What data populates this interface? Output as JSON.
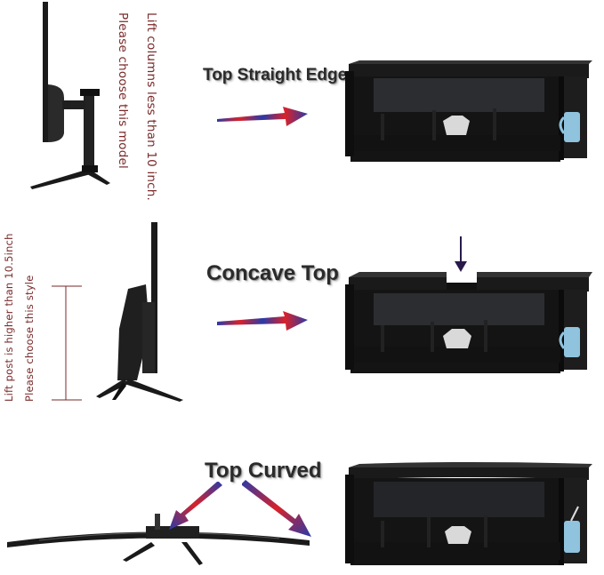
{
  "row1": {
    "note_line1": "Lift columns less than 10 inch.",
    "note_line2": "Please choose this model",
    "label": "Top Straight Edge"
  },
  "row2": {
    "note_line1": "Lift post is higher than 10.5inch",
    "note_line2": "Please choose this style",
    "label": "Concave Top"
  },
  "row3": {
    "label": "Top Curved"
  },
  "colors": {
    "note_text": "#7a2a2a",
    "arrow_red": "#d8222a",
    "arrow_blue": "#2a3aa8",
    "shelf_black": "#151515",
    "monitor_black": "#1b1b1b"
  }
}
